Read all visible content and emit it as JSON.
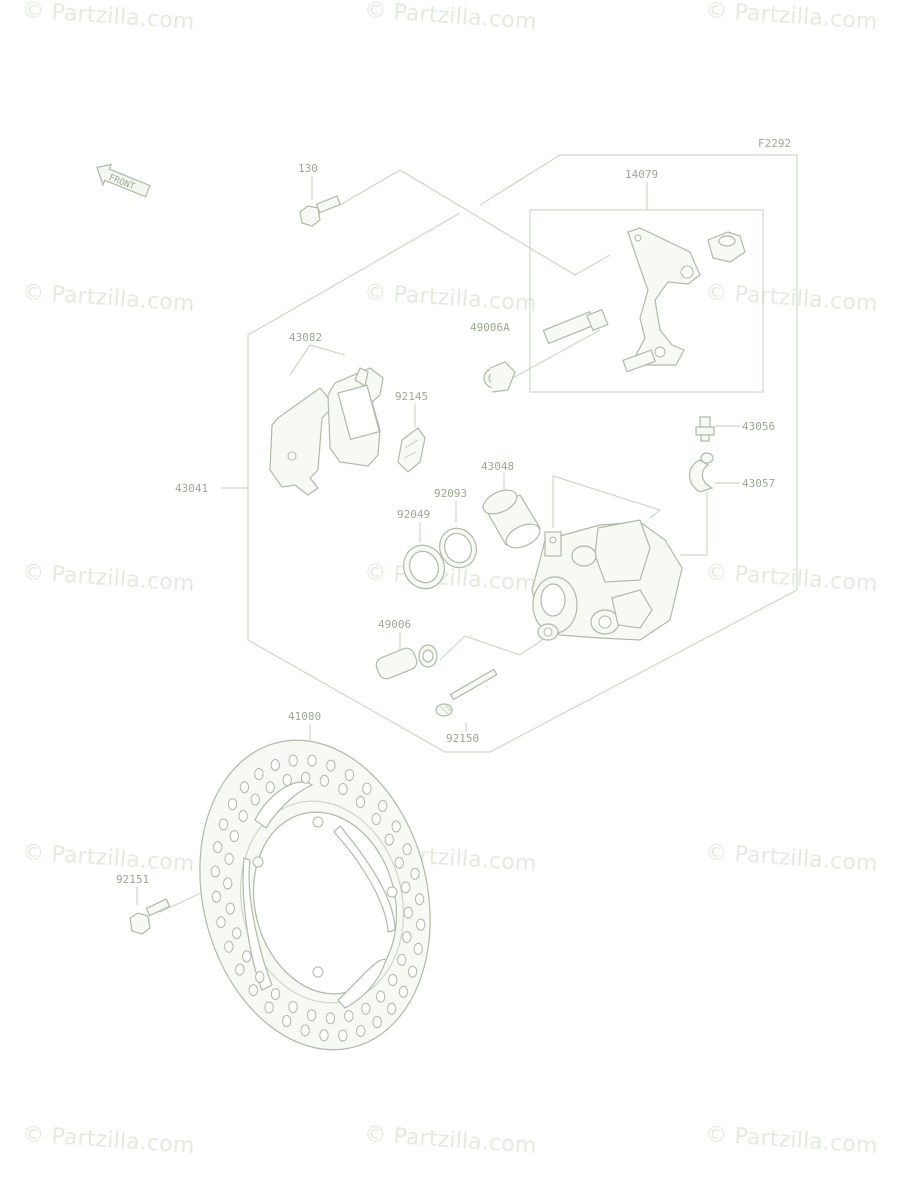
{
  "figure_code": "F2292",
  "front_marker": "FRONT",
  "watermark": "© Partzilla.com",
  "part_labels": {
    "p130": "130",
    "p14079": "14079",
    "p49006a": "49006A",
    "p43082": "43082",
    "p92145": "92145",
    "p43056": "43056",
    "p43057": "43057",
    "p43041": "43041",
    "p43048": "43048",
    "p92093": "92093",
    "p92049": "92049",
    "p49006": "49006",
    "p92150": "92150",
    "p41080": "41080",
    "p92151": "92151"
  },
  "colors": {
    "line": "#cdd8c6",
    "part_outline": "#aebba7",
    "label": "#9aaa93",
    "watermark": "#e3ebdd"
  }
}
